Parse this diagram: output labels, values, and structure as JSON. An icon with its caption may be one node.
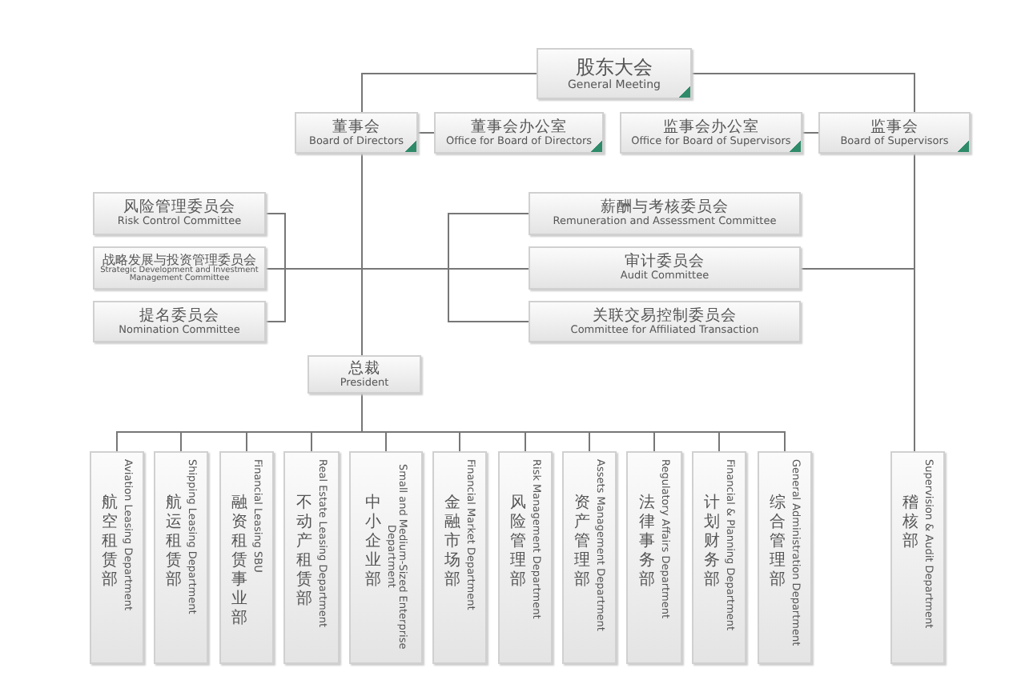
{
  "diagram": {
    "nodes": [
      {
        "text": [
          "股东大会",
          "General Meeting"
        ]
      },
      {
        "text": [
          "董事会",
          "Board of Directors"
        ]
      },
      {
        "text": [
          "董事会办公室",
          "Office for Board of Directors"
        ]
      },
      {
        "text": [
          "监事会办公室",
          "Office for Board of Supervisors"
        ]
      },
      {
        "text": [
          "监事会",
          "Board of Supervisors"
        ]
      },
      {
        "text": [
          "风险管理委员会",
          "Risk Control Committee"
        ]
      },
      {
        "text": [
          "战略发展与投资管理委员会",
          "Strategic Development and Investment Management Committee"
        ]
      },
      {
        "text": [
          "提名委员会",
          "Nomination Committee"
        ]
      },
      {
        "text": [
          "薪酬与考核委员会",
          "Remuneration and Assessment Committee"
        ]
      },
      {
        "text": [
          "审计委员会",
          "Audit Committee"
        ]
      },
      {
        "text": [
          "关联交易控制委员会",
          "Committee for Affiliated Transaction"
        ]
      },
      {
        "text": [
          "总裁",
          "President"
        ]
      },
      {
        "text": [
          "航空租赁部",
          "Aviation Leasing Department"
        ]
      },
      {
        "text": [
          "航运租赁部",
          "Shipping Leasing Department"
        ]
      },
      {
        "text": [
          "融资租赁事业部",
          "Financial Leasing SBU"
        ]
      },
      {
        "text": [
          "不动产租赁部",
          "Real Estate Leasing Department"
        ]
      },
      {
        "text": [
          "中小企业部",
          "Small and Medium-Sized Enterprise Department"
        ]
      },
      {
        "text": [
          "金融市场部",
          "Financial Market Department"
        ]
      },
      {
        "text": [
          "风险管理部",
          "Risk Management Department"
        ]
      },
      {
        "text": [
          "资产管理部",
          "Assets Management Department"
        ]
      },
      {
        "text": [
          "法律事务部",
          "Regulatory Affairs Department"
        ]
      },
      {
        "text": [
          "计划财务部",
          "Financial & Planning Department"
        ]
      },
      {
        "text": [
          "综合管理部",
          "General Administration Department"
        ]
      },
      {
        "text": [
          "稽核部",
          "Supervision & Audit Department"
        ]
      }
    ],
    "edges": [
      {
        "from": 0,
        "to": 1,
        "arrow": "none"
      },
      {
        "from": 0,
        "to": 4,
        "arrow": "none"
      },
      {
        "from": 1,
        "to": 2,
        "arrow": "none"
      },
      {
        "from": 4,
        "to": 3,
        "arrow": "none"
      },
      {
        "from": 1,
        "to": 5,
        "arrow": "none"
      },
      {
        "from": 1,
        "to": 6,
        "arrow": "none"
      },
      {
        "from": 1,
        "to": 7,
        "arrow": "none"
      },
      {
        "from": 1,
        "to": 8,
        "arrow": "none"
      },
      {
        "from": 1,
        "to": 9,
        "arrow": "none"
      },
      {
        "from": 1,
        "to": 10,
        "arrow": "none"
      },
      {
        "from": 4,
        "to": 9,
        "arrow": "none"
      },
      {
        "from": 1,
        "to": 11,
        "arrow": "none"
      },
      {
        "from": 11,
        "to": 12,
        "arrow": "none"
      },
      {
        "from": 11,
        "to": 13,
        "arrow": "none"
      },
      {
        "from": 11,
        "to": 14,
        "arrow": "none"
      },
      {
        "from": 11,
        "to": 15,
        "arrow": "none"
      },
      {
        "from": 11,
        "to": 16,
        "arrow": "none"
      },
      {
        "from": 11,
        "to": 17,
        "arrow": "none"
      },
      {
        "from": 11,
        "to": 18,
        "arrow": "none"
      },
      {
        "from": 11,
        "to": 19,
        "arrow": "none"
      },
      {
        "from": 11,
        "to": 20,
        "arrow": "none"
      },
      {
        "from": 11,
        "to": 21,
        "arrow": "none"
      },
      {
        "from": 11,
        "to": 22,
        "arrow": "none"
      },
      {
        "from": 4,
        "to": 23,
        "arrow": "none"
      }
    ]
  }
}
